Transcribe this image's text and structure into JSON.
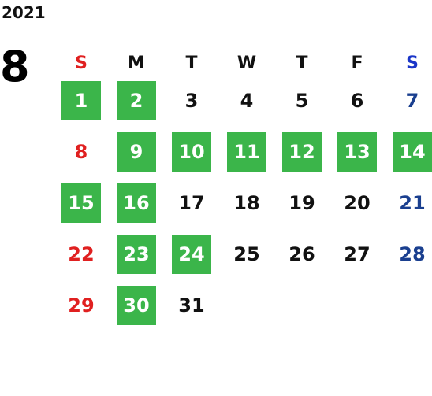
{
  "calendar": {
    "year": "2021",
    "month": "8",
    "weekdays": [
      "S",
      "M",
      "T",
      "W",
      "T",
      "F",
      "S"
    ],
    "weekday_colors": [
      "#e02020",
      "#111111",
      "#111111",
      "#111111",
      "#111111",
      "#111111",
      "#1a35c8"
    ],
    "colors": {
      "highlight": "#3bb54a",
      "sunday": "#e02020",
      "saturday": "#1a3f8f",
      "normal": "#111111"
    },
    "weeks": [
      [
        {
          "day": "1",
          "highlight": true
        },
        {
          "day": "2",
          "highlight": true
        },
        {
          "day": "3",
          "highlight": false
        },
        {
          "day": "4",
          "highlight": false
        },
        {
          "day": "5",
          "highlight": false
        },
        {
          "day": "6",
          "highlight": false
        },
        {
          "day": "7",
          "highlight": false
        }
      ],
      [
        {
          "day": "8",
          "highlight": false
        },
        {
          "day": "9",
          "highlight": true
        },
        {
          "day": "10",
          "highlight": true
        },
        {
          "day": "11",
          "highlight": true
        },
        {
          "day": "12",
          "highlight": true
        },
        {
          "day": "13",
          "highlight": true
        },
        {
          "day": "14",
          "highlight": true
        }
      ],
      [
        {
          "day": "15",
          "highlight": true
        },
        {
          "day": "16",
          "highlight": true
        },
        {
          "day": "17",
          "highlight": false
        },
        {
          "day": "18",
          "highlight": false
        },
        {
          "day": "19",
          "highlight": false
        },
        {
          "day": "20",
          "highlight": false
        },
        {
          "day": "21",
          "highlight": false
        }
      ],
      [
        {
          "day": "22",
          "highlight": false
        },
        {
          "day": "23",
          "highlight": true
        },
        {
          "day": "24",
          "highlight": true
        },
        {
          "day": "25",
          "highlight": false
        },
        {
          "day": "26",
          "highlight": false
        },
        {
          "day": "27",
          "highlight": false
        },
        {
          "day": "28",
          "highlight": false
        }
      ],
      [
        {
          "day": "29",
          "highlight": false
        },
        {
          "day": "30",
          "highlight": true
        },
        {
          "day": "31",
          "highlight": false
        },
        {
          "day": "",
          "highlight": false
        },
        {
          "day": "",
          "highlight": false
        },
        {
          "day": "",
          "highlight": false
        },
        {
          "day": "",
          "highlight": false
        }
      ]
    ]
  }
}
